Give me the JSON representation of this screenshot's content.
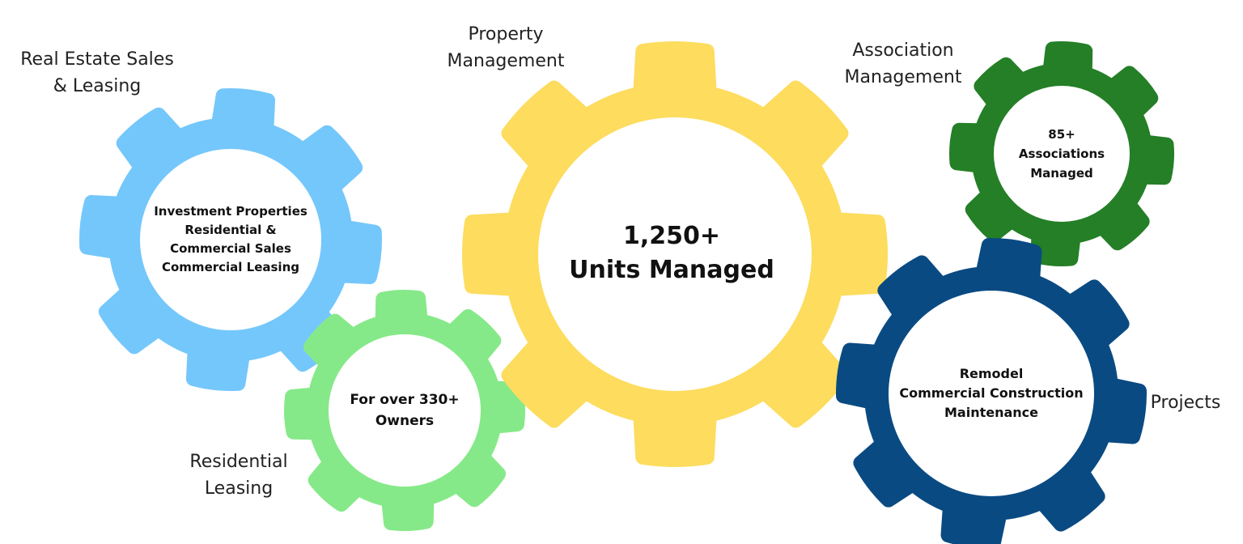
{
  "colors": {
    "blue_gear": "#74c7fb",
    "green_light_gear": "#86e989",
    "yellow_gear": "#fddc5e",
    "green_dark_gear": "#247f26",
    "navy_gear": "#0a4a82",
    "hub": "#ffffff"
  },
  "gears": [
    {
      "id": "real-estate",
      "color_key": "blue_gear",
      "text": [
        "Investment Properties",
        "Residential &",
        "Commercial Sales",
        "Commercial Leasing"
      ],
      "caption": [
        "Real Estate Sales",
        "& Leasing"
      ]
    },
    {
      "id": "residential-leasing",
      "color_key": "green_light_gear",
      "text": [
        "For over 330+",
        "Owners"
      ],
      "caption": [
        "Residential",
        "Leasing"
      ]
    },
    {
      "id": "property-management",
      "color_key": "yellow_gear",
      "text": [
        "1,250+",
        "Units Managed"
      ],
      "caption": [
        "Property",
        "Management"
      ]
    },
    {
      "id": "association-management",
      "color_key": "green_dark_gear",
      "text": [
        "85+",
        "Associations",
        "Managed"
      ],
      "caption": [
        "Association",
        "Management"
      ]
    },
    {
      "id": "projects",
      "color_key": "navy_gear",
      "text": [
        "Remodel",
        "Commercial Construction",
        "Maintenance"
      ],
      "caption": [
        "Projects"
      ]
    }
  ]
}
